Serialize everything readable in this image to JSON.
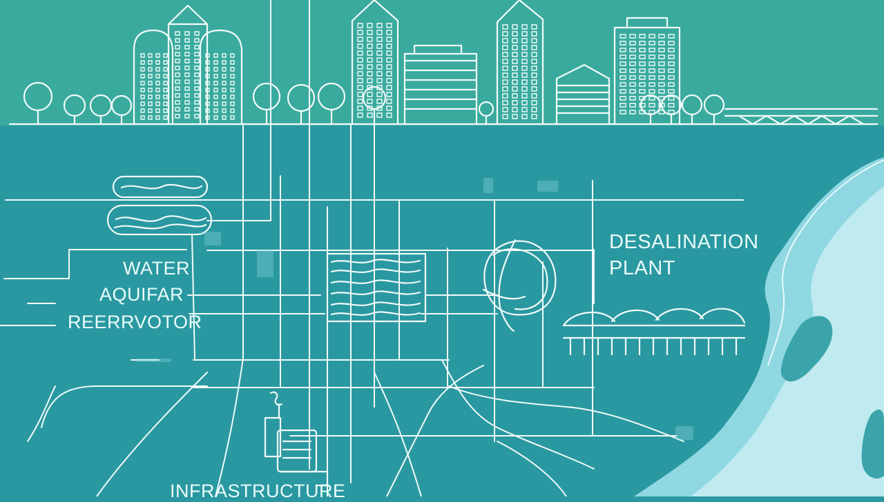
{
  "labels": {
    "water": "WATER",
    "aquifer": "AQUIFAR",
    "reservoir": "REERRVOTOR",
    "desal_line1": "DESALINATION",
    "desal_line2": "PLANT",
    "infrastructure": "INFRASTRUCTURE"
  },
  "colors": {
    "sky": "#3aaa9e",
    "ground": "#2a98a0",
    "coast": "#8fd8e2",
    "coast_light": "#bfeaf0",
    "line": "#f2fbfa"
  },
  "icons": [
    "city-skyline",
    "tree-icon",
    "reservoir-tank-icon",
    "water-grid-icon",
    "desalination-orb-icon",
    "greenhouse-plant-icon",
    "pump-station-icon",
    "bridge-icon"
  ]
}
